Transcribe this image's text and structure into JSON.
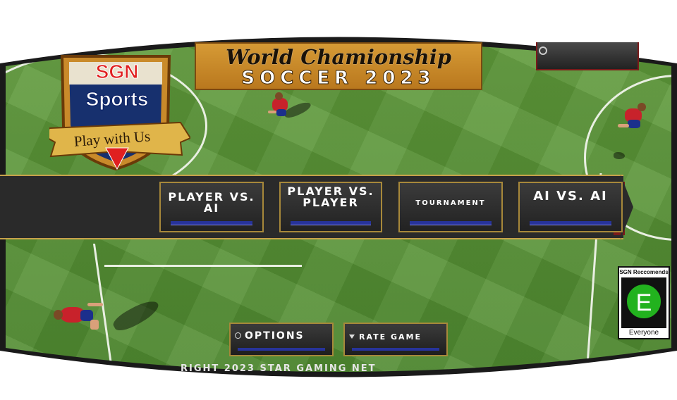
{
  "title": {
    "line1": "World Chamionship",
    "line2": "SOCCER 2023"
  },
  "logo": {
    "brand": "SGN",
    "sport": "Sports",
    "tagline": "Play with Us"
  },
  "modes": [
    {
      "label": "PLAYER VS. AI"
    },
    {
      "label": "PLAYER VS. PLAYER"
    },
    {
      "label": "TOURNAMENT"
    },
    {
      "label": "AI VS. AI"
    }
  ],
  "bottom_buttons": {
    "options": "OPTIONS",
    "rate": "RATE GAME"
  },
  "rating": {
    "header": "SGN Reccomends",
    "letter": "E",
    "footer": "Everyone"
  },
  "copyright": "RIGHT 2023 STAR GAMING NET",
  "icons": {
    "options": "gear-icon",
    "rate": "arrow-icon",
    "top_right": "settings-icon"
  },
  "colors": {
    "title_bg": "#c98a2a",
    "band": "#2a2a2a",
    "accent_gold": "#a7883a",
    "button_bar": "#27339a",
    "pitch": "#5a9436",
    "rating_green": "#22b21e"
  }
}
